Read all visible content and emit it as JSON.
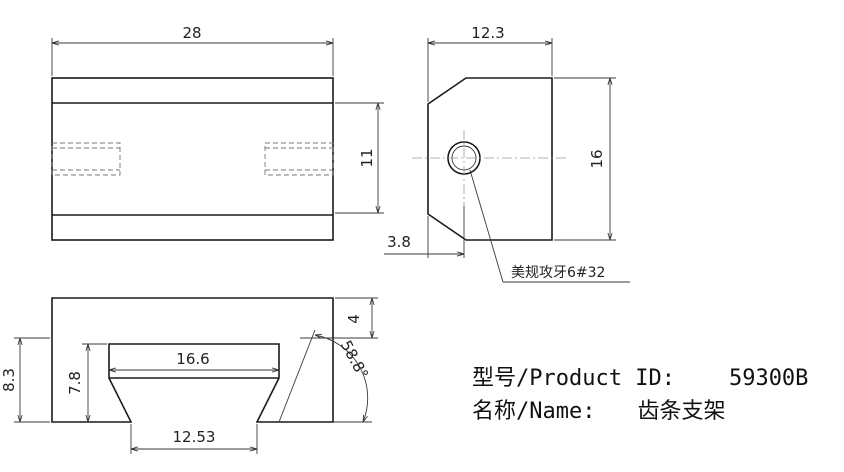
{
  "dimensions": {
    "top_width": "28",
    "side_width": "12.3",
    "slot_height": "11",
    "side_height": "16",
    "hole_offset": "3.8",
    "rail_height": "4",
    "total_height": "8.3",
    "inner_height": "7.8",
    "inner_width": "16.6",
    "dovetail_angle": "58.8°",
    "opening_width": "12.53"
  },
  "annotations": {
    "thread_note": "美规攻牙6#32"
  },
  "title_block": {
    "product_id_label": "型号/Product ID:",
    "product_id_value": "59300B",
    "name_label": "名称/Name:",
    "name_value": "齿条支架"
  }
}
